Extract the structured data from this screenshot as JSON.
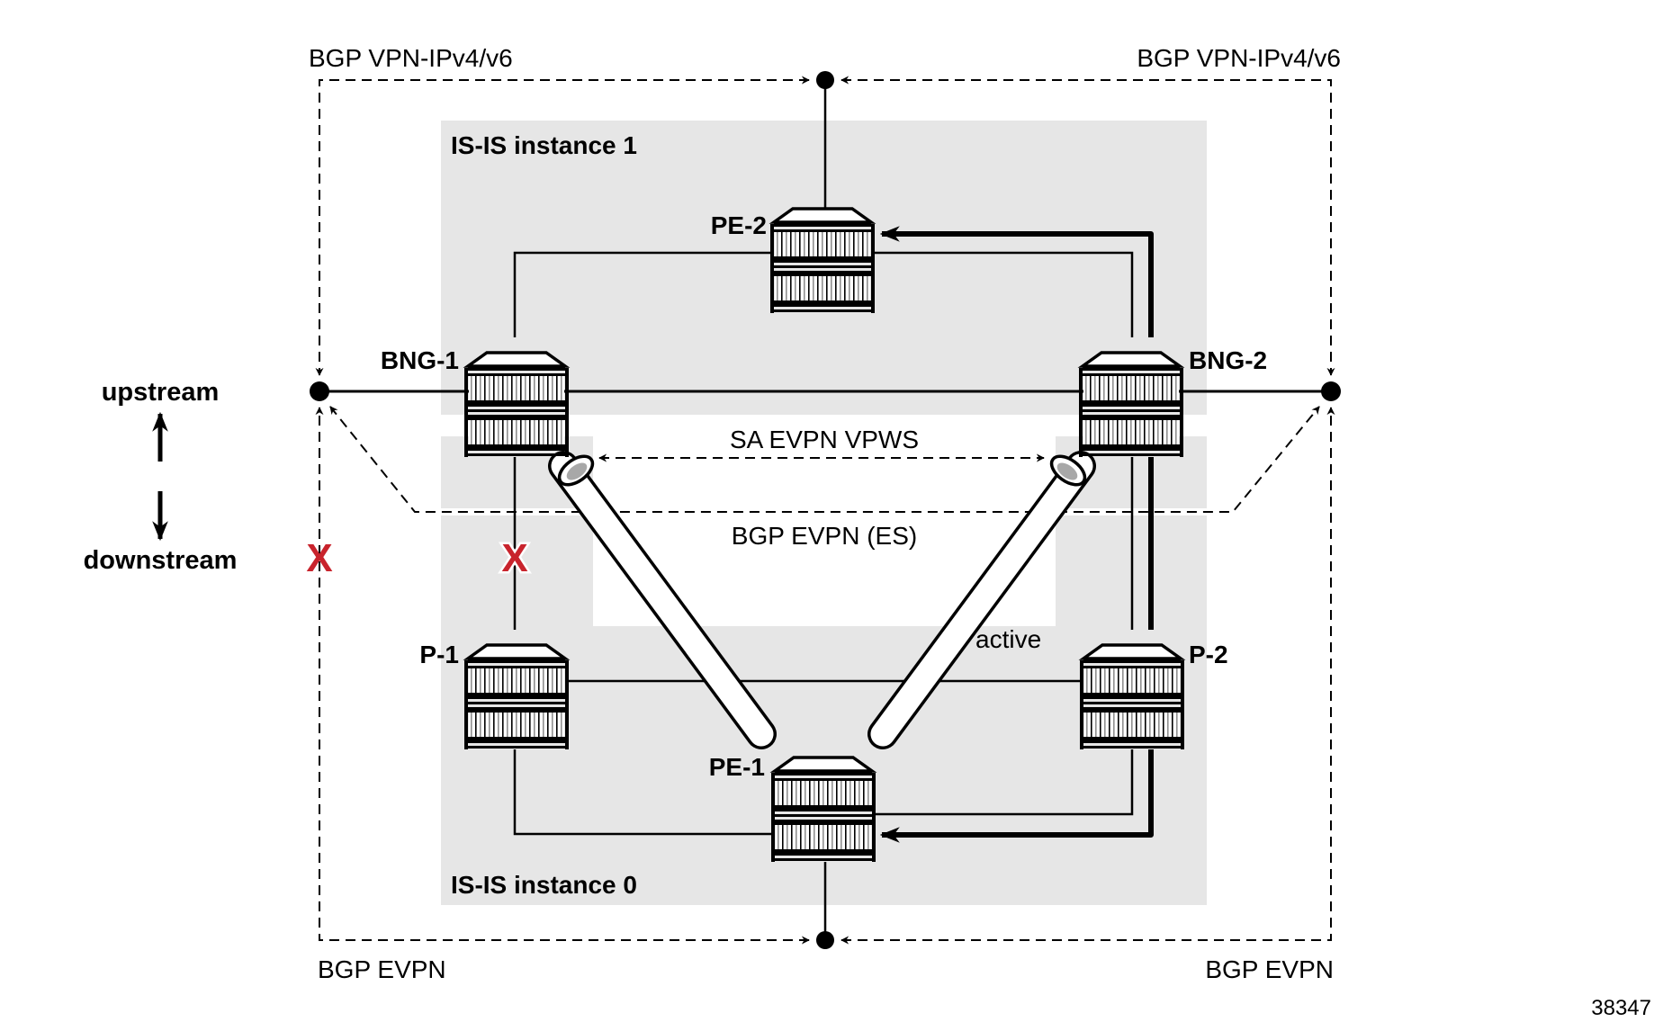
{
  "diagram": {
    "figure_id": "38347",
    "colors": {
      "region_fill": "#e6e6e6",
      "line": "#000000",
      "failure_mark": "#c8232c",
      "tunnel_inner": "#a8a8a8"
    },
    "regions": [
      {
        "id": "isis1",
        "label": "IS-IS instance 1"
      },
      {
        "id": "isis0",
        "label": "IS-IS instance 0"
      }
    ],
    "nodes": [
      {
        "id": "PE-2",
        "label": "PE-2",
        "type": "router-icon"
      },
      {
        "id": "BNG-1",
        "label": "BNG-1",
        "type": "router-icon"
      },
      {
        "id": "BNG-2",
        "label": "BNG-2",
        "type": "router-icon"
      },
      {
        "id": "P-1",
        "label": "P-1",
        "type": "router-icon"
      },
      {
        "id": "P-2",
        "label": "P-2",
        "type": "router-icon"
      },
      {
        "id": "PE-1",
        "label": "PE-1",
        "type": "router-icon"
      }
    ],
    "sessions": {
      "top_left": "BGP VPN-IPv4/v6",
      "top_right": "BGP VPN-IPv4/v6",
      "bottom_left": "BGP EVPN",
      "bottom_right": "BGP EVPN",
      "vpws": "SA EVPN VPWS",
      "es": "BGP EVPN (ES)",
      "active": "active"
    },
    "direction": {
      "up": "upstream",
      "down": "downstream"
    },
    "failures": [
      {
        "id": "x-left",
        "mark": "X",
        "location": "BGP EVPN session left side"
      },
      {
        "id": "x-bng1-p1",
        "mark": "X",
        "location": "BNG-1 to P-1 link"
      }
    ],
    "links": [
      {
        "from": "BNG-1",
        "to": "PE-2"
      },
      {
        "from": "BNG-2",
        "to": "PE-2"
      },
      {
        "from": "BNG-1",
        "to": "BNG-2"
      },
      {
        "from": "BNG-1",
        "to": "P-1",
        "failed": true
      },
      {
        "from": "BNG-2",
        "to": "P-2"
      },
      {
        "from": "P-1",
        "to": "P-2"
      },
      {
        "from": "P-1",
        "to": "PE-1"
      },
      {
        "from": "P-2",
        "to": "PE-1"
      }
    ],
    "traffic_paths": [
      {
        "from": "BNG-2",
        "to": "PE-2",
        "style": "thick-arrow"
      },
      {
        "from": "BNG-2",
        "to": "PE-1",
        "via": "P-2",
        "style": "thick-arrow"
      }
    ]
  }
}
